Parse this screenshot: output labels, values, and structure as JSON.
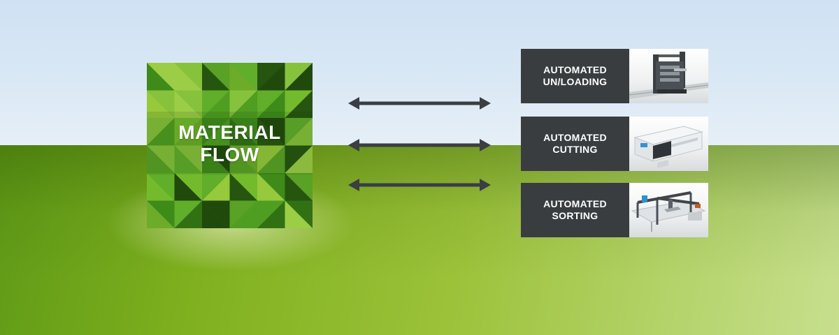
{
  "material_flow": {
    "line1": "MATERIAL",
    "line2": "FLOW"
  },
  "stations": [
    {
      "line1": "AUTOMATED",
      "line2": "UN/LOADING",
      "icon": "loading-tower-icon"
    },
    {
      "line1": "AUTOMATED",
      "line2": "CUTTING",
      "icon": "laser-cutter-icon"
    },
    {
      "line1": "AUTOMATED",
      "line2": "SORTING",
      "icon": "sorting-gantry-icon"
    }
  ],
  "colors": {
    "sky": "#d6e6f4",
    "ground": "#8dbb2a",
    "label_bg": "#3a3d40",
    "arrow": "#3b3e42",
    "mosaic_dark": "#1c4a0c",
    "mosaic_light": "#8cc63f"
  }
}
